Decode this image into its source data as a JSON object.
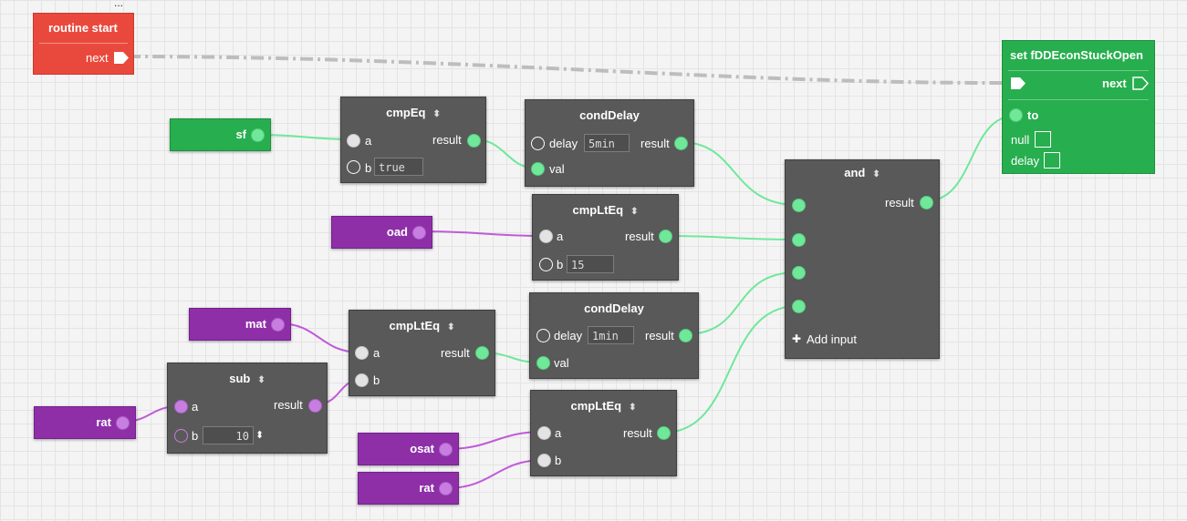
{
  "top_dots": "...",
  "routine": {
    "title": "routine start",
    "next": "next"
  },
  "vars": {
    "sf": "sf",
    "oad": "oad",
    "mat": "mat",
    "rat": "rat",
    "osat": "osat",
    "rat2": "rat"
  },
  "cmpEq": {
    "title": "cmpEq",
    "sort": "⬍",
    "a": "a",
    "b": "b",
    "b_value": "true",
    "result": "result"
  },
  "condDelay1": {
    "title": "condDelay",
    "delay": "delay",
    "delay_value": "5min",
    "val": "val",
    "result": "result"
  },
  "cmpLtEq1": {
    "title": "cmpLtEq",
    "sort": "⬍",
    "a": "a",
    "b": "b",
    "b_value": "15",
    "result": "result"
  },
  "cmpLtEq2": {
    "title": "cmpLtEq",
    "sort": "⬍",
    "a": "a",
    "b": "b",
    "result": "result"
  },
  "condDelay2": {
    "title": "condDelay",
    "delay": "delay",
    "delay_value": "1min",
    "val": "val",
    "result": "result"
  },
  "sub": {
    "title": "sub",
    "sort": "⬍",
    "a": "a",
    "b": "b",
    "b_value": "10",
    "stepper": "⬍",
    "result": "result"
  },
  "cmpLtEq3": {
    "title": "cmpLtEq",
    "sort": "⬍",
    "a": "a",
    "b": "b",
    "result": "result"
  },
  "and": {
    "title": "and",
    "sort": "⬍",
    "result": "result",
    "add_input": "Add input",
    "plus": "✚"
  },
  "setNode": {
    "title": "set fDDEconStuckOpen",
    "next": "next",
    "to": "to",
    "null": "null",
    "delay": "delay"
  },
  "colors": {
    "wire_green": "#6fe89a",
    "wire_purple": "#c05ad8",
    "wire_exec": "#bdbdbd"
  }
}
